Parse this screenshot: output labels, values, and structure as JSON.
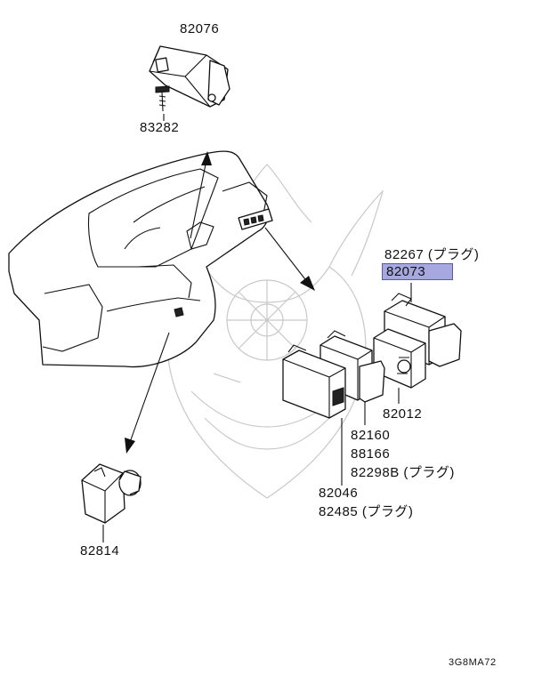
{
  "labels": {
    "p82076": "82076",
    "p83282": "83282",
    "p82267": "82267 (プラグ)",
    "p82073": "82073",
    "p82012": "82012",
    "p82160": "82160",
    "p88166": "88166",
    "p82298b": "82298B (プラグ)",
    "p82046": "82046",
    "p82485": "82485 (プラグ)",
    "p82814": "82814"
  },
  "diagram_code": "3G8MA72",
  "colors": {
    "highlight": "#a8a8e0",
    "highlight_border": "#5a5aa8",
    "line": "#111111",
    "watermark": "#c8c8c8"
  }
}
